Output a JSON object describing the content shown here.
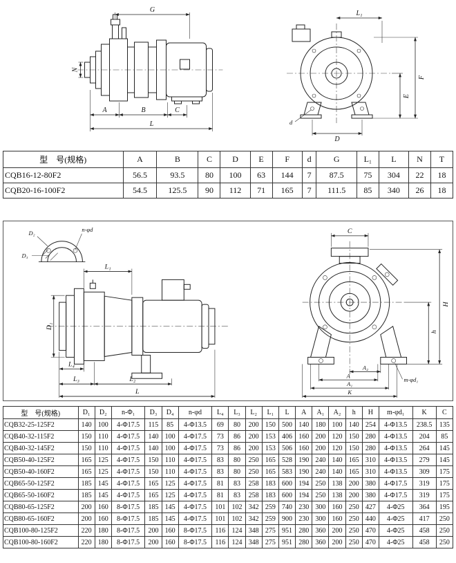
{
  "table1": {
    "headers": [
      "型　号(规格)",
      "A",
      "B",
      "C",
      "D",
      "E",
      "F",
      "d",
      "G",
      "L₁",
      "L",
      "N",
      "T"
    ],
    "rows": [
      [
        "CQB16-12-80F2",
        "56.5",
        "93.5",
        "80",
        "100",
        "63",
        "144",
        "7",
        "87.5",
        "75",
        "304",
        "22",
        "18"
      ],
      [
        "CQB20-16-100F2",
        "54.5",
        "125.5",
        "90",
        "112",
        "71",
        "165",
        "7",
        "111.5",
        "85",
        "340",
        "26",
        "18"
      ]
    ]
  },
  "table2": {
    "headers": [
      "型　号(规格)",
      "D₁",
      "D₂",
      "n-Φ₁",
      "D₃",
      "D₄",
      "n-φd",
      "L₄",
      "L₃",
      "L₂",
      "L₁",
      "L",
      "A",
      "A₁",
      "A₂",
      "h",
      "H",
      "m-φd₁",
      "K",
      "C"
    ],
    "rows": [
      [
        "CQB32-25-125F2",
        "140",
        "100",
        "4-Φ17.5",
        "115",
        "85",
        "4-Φ13.5",
        "69",
        "80",
        "200",
        "150",
        "500",
        "140",
        "180",
        "100",
        "140",
        "254",
        "4-Φ13.5",
        "238.5",
        "135"
      ],
      [
        "CQB40-32-115F2",
        "150",
        "110",
        "4-Φ17.5",
        "140",
        "100",
        "4-Φ17.5",
        "73",
        "86",
        "200",
        "153",
        "406",
        "160",
        "200",
        "120",
        "150",
        "280",
        "4-Φ13.5",
        "204",
        "85"
      ],
      [
        "CQB40-32-145F2",
        "150",
        "110",
        "4-Φ17.5",
        "140",
        "100",
        "4-Φ17.5",
        "73",
        "86",
        "200",
        "153",
        "506",
        "160",
        "200",
        "120",
        "150",
        "280",
        "4-Φ13.5",
        "264",
        "145"
      ],
      [
        "CQB50-40-125F2",
        "165",
        "125",
        "4-Φ17.5",
        "150",
        "110",
        "4-Φ17.5",
        "83",
        "80",
        "250",
        "165",
        "528",
        "190",
        "240",
        "140",
        "165",
        "310",
        "4-Φ13.5",
        "279",
        "145"
      ],
      [
        "CQB50-40-160F2",
        "165",
        "125",
        "4-Φ17.5",
        "150",
        "110",
        "4-Φ17.5",
        "83",
        "80",
        "250",
        "165",
        "583",
        "190",
        "240",
        "140",
        "165",
        "310",
        "4-Φ13.5",
        "309",
        "175"
      ],
      [
        "CQB65-50-125F2",
        "185",
        "145",
        "4-Φ17.5",
        "165",
        "125",
        "4-Φ17.5",
        "81",
        "83",
        "258",
        "183",
        "600",
        "194",
        "250",
        "138",
        "200",
        "380",
        "4-Φ17.5",
        "319",
        "175"
      ],
      [
        "CQB65-50-160F2",
        "185",
        "145",
        "4-Φ17.5",
        "165",
        "125",
        "4-Φ17.5",
        "81",
        "83",
        "258",
        "183",
        "600",
        "194",
        "250",
        "138",
        "200",
        "380",
        "4-Φ17.5",
        "319",
        "175"
      ],
      [
        "CQB80-65-125F2",
        "200",
        "160",
        "8-Φ17.5",
        "185",
        "145",
        "4-Φ17.5",
        "101",
        "102",
        "342",
        "259",
        "740",
        "230",
        "300",
        "160",
        "250",
        "427",
        "4-Φ25",
        "364",
        "195"
      ],
      [
        "CQB80-65-160F2",
        "200",
        "160",
        "8-Φ17.5",
        "185",
        "145",
        "4-Φ17.5",
        "101",
        "102",
        "342",
        "259",
        "900",
        "230",
        "300",
        "160",
        "250",
        "440",
        "4-Φ25",
        "417",
        "250"
      ],
      [
        "CQB100-80-125F2",
        "220",
        "180",
        "8-Φ17.5",
        "200",
        "160",
        "8-Φ17.5",
        "116",
        "124",
        "348",
        "275",
        "951",
        "280",
        "360",
        "200",
        "250",
        "470",
        "4-Φ25",
        "458",
        "250"
      ],
      [
        "CQB100-80-160F2",
        "220",
        "180",
        "8-Φ17.5",
        "200",
        "160",
        "8-Φ17.5",
        "116",
        "124",
        "348",
        "275",
        "951",
        "280",
        "360",
        "200",
        "250",
        "470",
        "4-Φ25",
        "458",
        "250"
      ]
    ]
  },
  "drawing1": {
    "g": "G",
    "n": "N",
    "a": "A",
    "b": "B",
    "c": "C",
    "l": "L"
  },
  "drawing2": {
    "l1": "L₁",
    "f": "F",
    "e": "E",
    "d": "D",
    "d_small": "d"
  },
  "drawing3": {
    "d2": "D₂",
    "n_phi_d": "n-φd",
    "d3": "D₃",
    "l1": "L₁",
    "d1": "D₁",
    "l4": "L₄",
    "l3": "L₃",
    "l2": "L₂",
    "l": "L"
  },
  "drawing4": {
    "c": "C",
    "h": "H",
    "h_small": "h",
    "a2": "A₂",
    "a": "A",
    "a1": "A₁",
    "k": "K",
    "m_phi_d1": "m-φd₁"
  }
}
